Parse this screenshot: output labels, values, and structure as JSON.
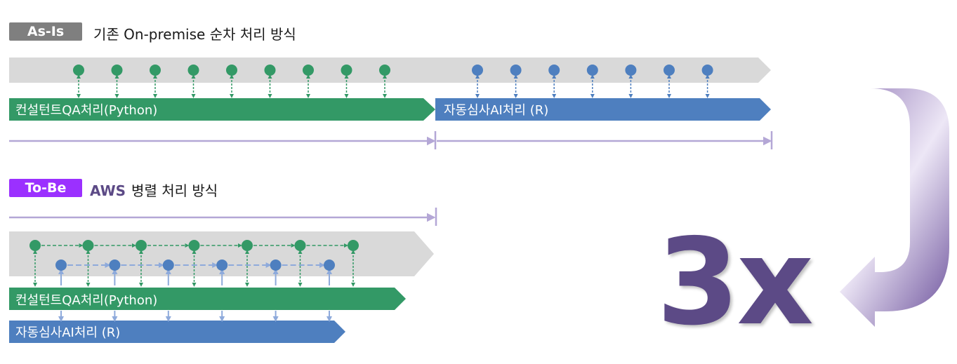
{
  "asis": {
    "badge": "As-Is",
    "heading": "기존 On-premise 순차 처리 방식",
    "python_bar": "컨설턴트QA처리(Python)",
    "r_bar": "자동심사AI처리 (R)",
    "green_count": 9,
    "blue_count": 7
  },
  "tobe": {
    "badge": "To-Be",
    "heading_bold": "AWS",
    "heading_rest": "병렬 처리 방식",
    "python_bar": "컨설턴트QA처리(Python)",
    "r_bar": "자동심사AI처리 (R)",
    "green_count": 7,
    "blue_count": 6
  },
  "speedup": "3x",
  "colors": {
    "green": "#339966",
    "blue": "#4e7fbf",
    "light_blue": "#8eaadb",
    "track": "#d9d9d9",
    "timeline": "#b4a7d6",
    "purple": "#5c4a86",
    "asis_badge": "#7f7f7f",
    "tobe_badge": "#9b30ff"
  }
}
